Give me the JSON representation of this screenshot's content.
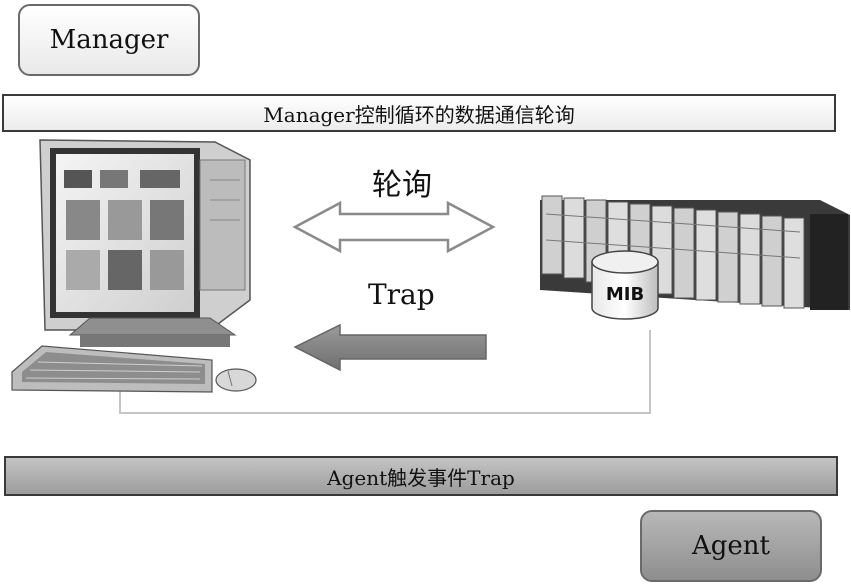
{
  "manager_label": "Manager",
  "agent_label": "Agent",
  "top_bar_text": "Manager控制循环的数据通信轮询",
  "bottom_bar_text": "Agent触发事件Trap",
  "poll_label": "轮询",
  "trap_label": "Trap",
  "mib_label": "MIB",
  "icons": [
    "computer-icon",
    "keyboard-icon",
    "mouse-icon",
    "server-rack-icon",
    "database-icon"
  ]
}
